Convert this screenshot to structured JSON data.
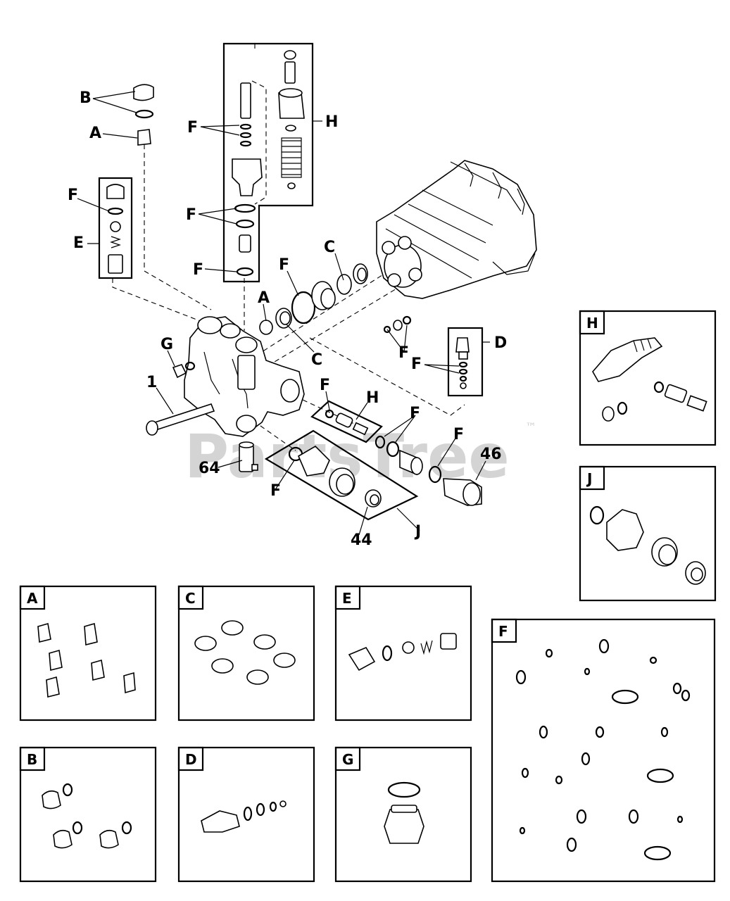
{
  "watermark": {
    "text": "PartsTree",
    "trademark": "™"
  },
  "callouts": {
    "b": "B",
    "a_top": "A",
    "f_h1": "F",
    "h_top": "H",
    "f_e": "F",
    "e": "E",
    "f_h2": "F",
    "f_h3": "F",
    "c_top": "C",
    "f_mid": "F",
    "a_mid": "A",
    "c_mid": "C",
    "g": "G",
    "one": "1",
    "d": "D",
    "f_d": "F",
    "f_small": "F",
    "f_h4": "F",
    "h_mid": "H",
    "f_right": "F",
    "f_right2": "F",
    "n46": "46",
    "n64": "64",
    "f_j": "F",
    "n44": "44",
    "j": "J"
  },
  "kits": {
    "H": "H",
    "J": "J",
    "A": "A",
    "C": "C",
    "E": "E",
    "F": "F",
    "B": "B",
    "D": "D",
    "G": "G"
  }
}
